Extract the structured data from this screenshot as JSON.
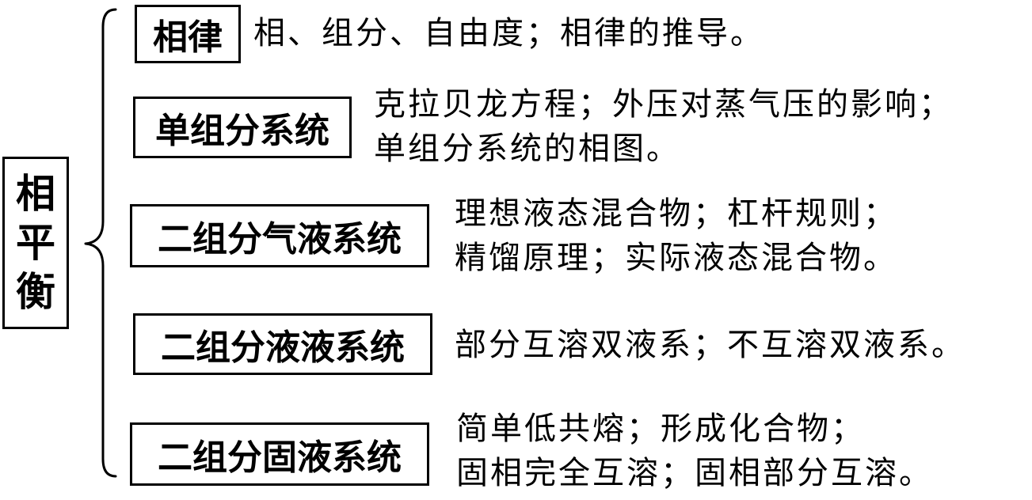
{
  "root": {
    "label": "相平衡"
  },
  "branches": [
    {
      "topic": "相律",
      "description": "相、组分、自由度；相律的推导。"
    },
    {
      "topic": "单组分系统",
      "description": "克拉贝龙方程；外压对蒸气压的影响；\n单组分系统的相图。"
    },
    {
      "topic": "二组分气液系统",
      "description": "理想液态混合物；杠杆规则；\n精馏原理；实际液态混合物。"
    },
    {
      "topic": "二组分液液系统",
      "description": "部分互溶双液系；不互溶双液系。"
    },
    {
      "topic": "二组分固液系统",
      "description": "简单低共熔；形成化合物；\n固相完全互溶；固相部分互溶。"
    }
  ]
}
